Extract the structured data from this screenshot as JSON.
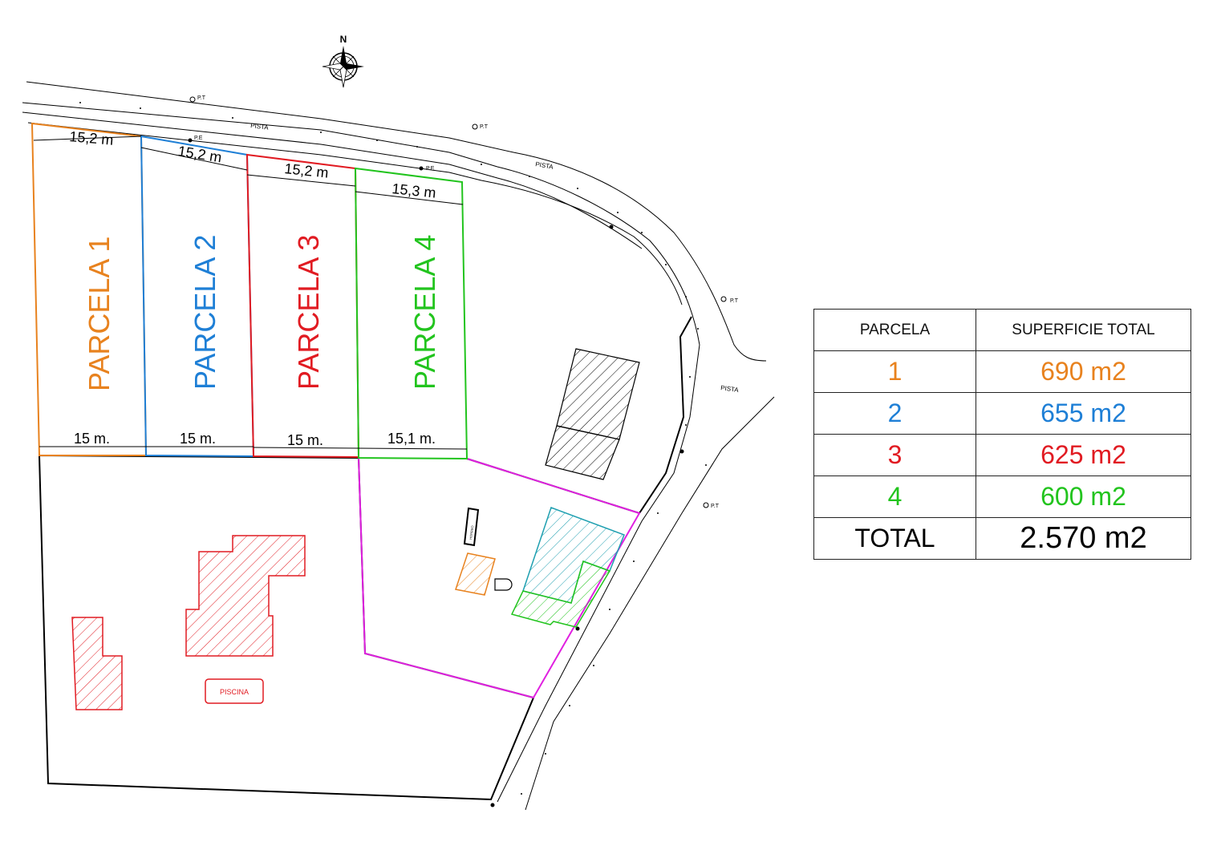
{
  "map": {
    "north_label": "N",
    "road_labels": [
      "PISTA",
      "PISTA",
      "PISTA"
    ],
    "pt_label": "P.T",
    "pe_label": "P.E",
    "hut_label": "HORREO",
    "pool_label": "PISCINA",
    "parcels": [
      {
        "name": "PARCELA 1",
        "top_dim": "15,2 m",
        "bottom_dim": "15 m.",
        "color": "#E8821E"
      },
      {
        "name": "PARCELA 2",
        "top_dim": "15,2 m",
        "bottom_dim": "15 m.",
        "color": "#1E7FD6"
      },
      {
        "name": "PARCELA 3",
        "top_dim": "15,2 m",
        "bottom_dim": "15 m.",
        "color": "#E11B22"
      },
      {
        "name": "PARCELA 4",
        "top_dim": "15,3 m",
        "bottom_dim": "15,1 m.",
        "color": "#22C41E"
      }
    ],
    "colors": {
      "boundary": "#000000",
      "magenta": "#E020E0",
      "cyan": "#1E9FB0",
      "orange": "#E8821E",
      "green": "#22C41E",
      "red": "#E11B22"
    }
  },
  "table": {
    "header": [
      "PARCELA",
      "SUPERFICIE TOTAL"
    ],
    "rows": [
      {
        "parcel": "1",
        "area": "690 m2",
        "color": "#E8821E"
      },
      {
        "parcel": "2",
        "area": "655 m2",
        "color": "#1E7FD6"
      },
      {
        "parcel": "3",
        "area": "625 m2",
        "color": "#E11B22"
      },
      {
        "parcel": "4",
        "area": "600 m2",
        "color": "#22C41E"
      }
    ],
    "total_label": "TOTAL",
    "total_value": "2.570 m2"
  }
}
